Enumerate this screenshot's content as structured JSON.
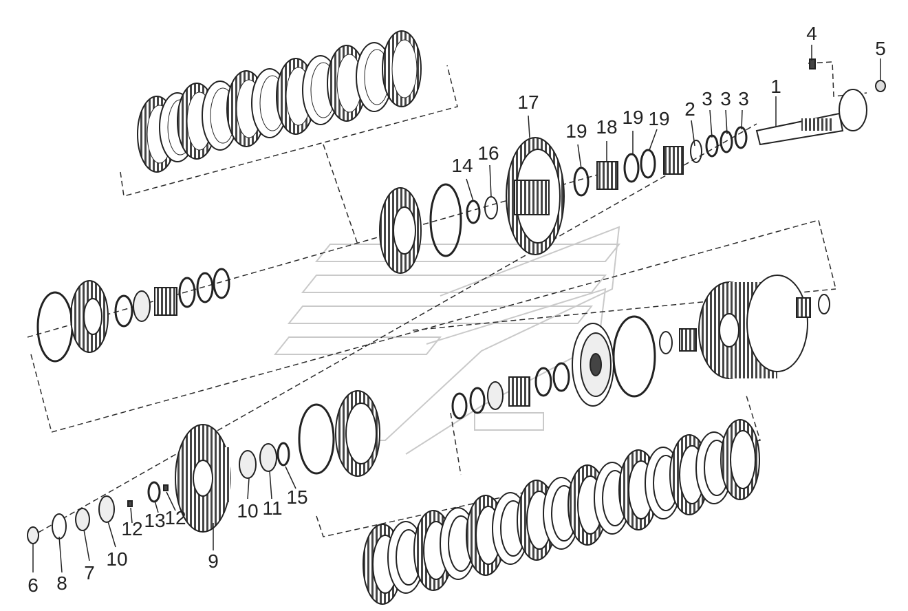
{
  "diagram": {
    "callouts": [
      {
        "id": "c1",
        "text": "1"
      },
      {
        "id": "c2",
        "text": "2"
      },
      {
        "id": "c3a",
        "text": "3"
      },
      {
        "id": "c3b",
        "text": "3"
      },
      {
        "id": "c3c",
        "text": "3"
      },
      {
        "id": "c4",
        "text": "4"
      },
      {
        "id": "c5",
        "text": "5"
      },
      {
        "id": "c6",
        "text": "6"
      },
      {
        "id": "c7",
        "text": "7"
      },
      {
        "id": "c8",
        "text": "8"
      },
      {
        "id": "c9",
        "text": "9"
      },
      {
        "id": "c10a",
        "text": "10"
      },
      {
        "id": "c10b",
        "text": "10"
      },
      {
        "id": "c11",
        "text": "11"
      },
      {
        "id": "c12a",
        "text": "12"
      },
      {
        "id": "c12b",
        "text": "12"
      },
      {
        "id": "c13",
        "text": "13"
      },
      {
        "id": "c14",
        "text": "14"
      },
      {
        "id": "c15",
        "text": "15"
      },
      {
        "id": "c16",
        "text": "16"
      },
      {
        "id": "c17",
        "text": "17"
      },
      {
        "id": "c18",
        "text": "18"
      },
      {
        "id": "c19a",
        "text": "19"
      },
      {
        "id": "c19b",
        "text": "19"
      },
      {
        "id": "c19c",
        "text": "19"
      }
    ],
    "colors": {
      "line": "#2b2b2b",
      "shade": "#555555",
      "light": "#bdbdbd",
      "watermark": "#c9c9c9"
    }
  }
}
